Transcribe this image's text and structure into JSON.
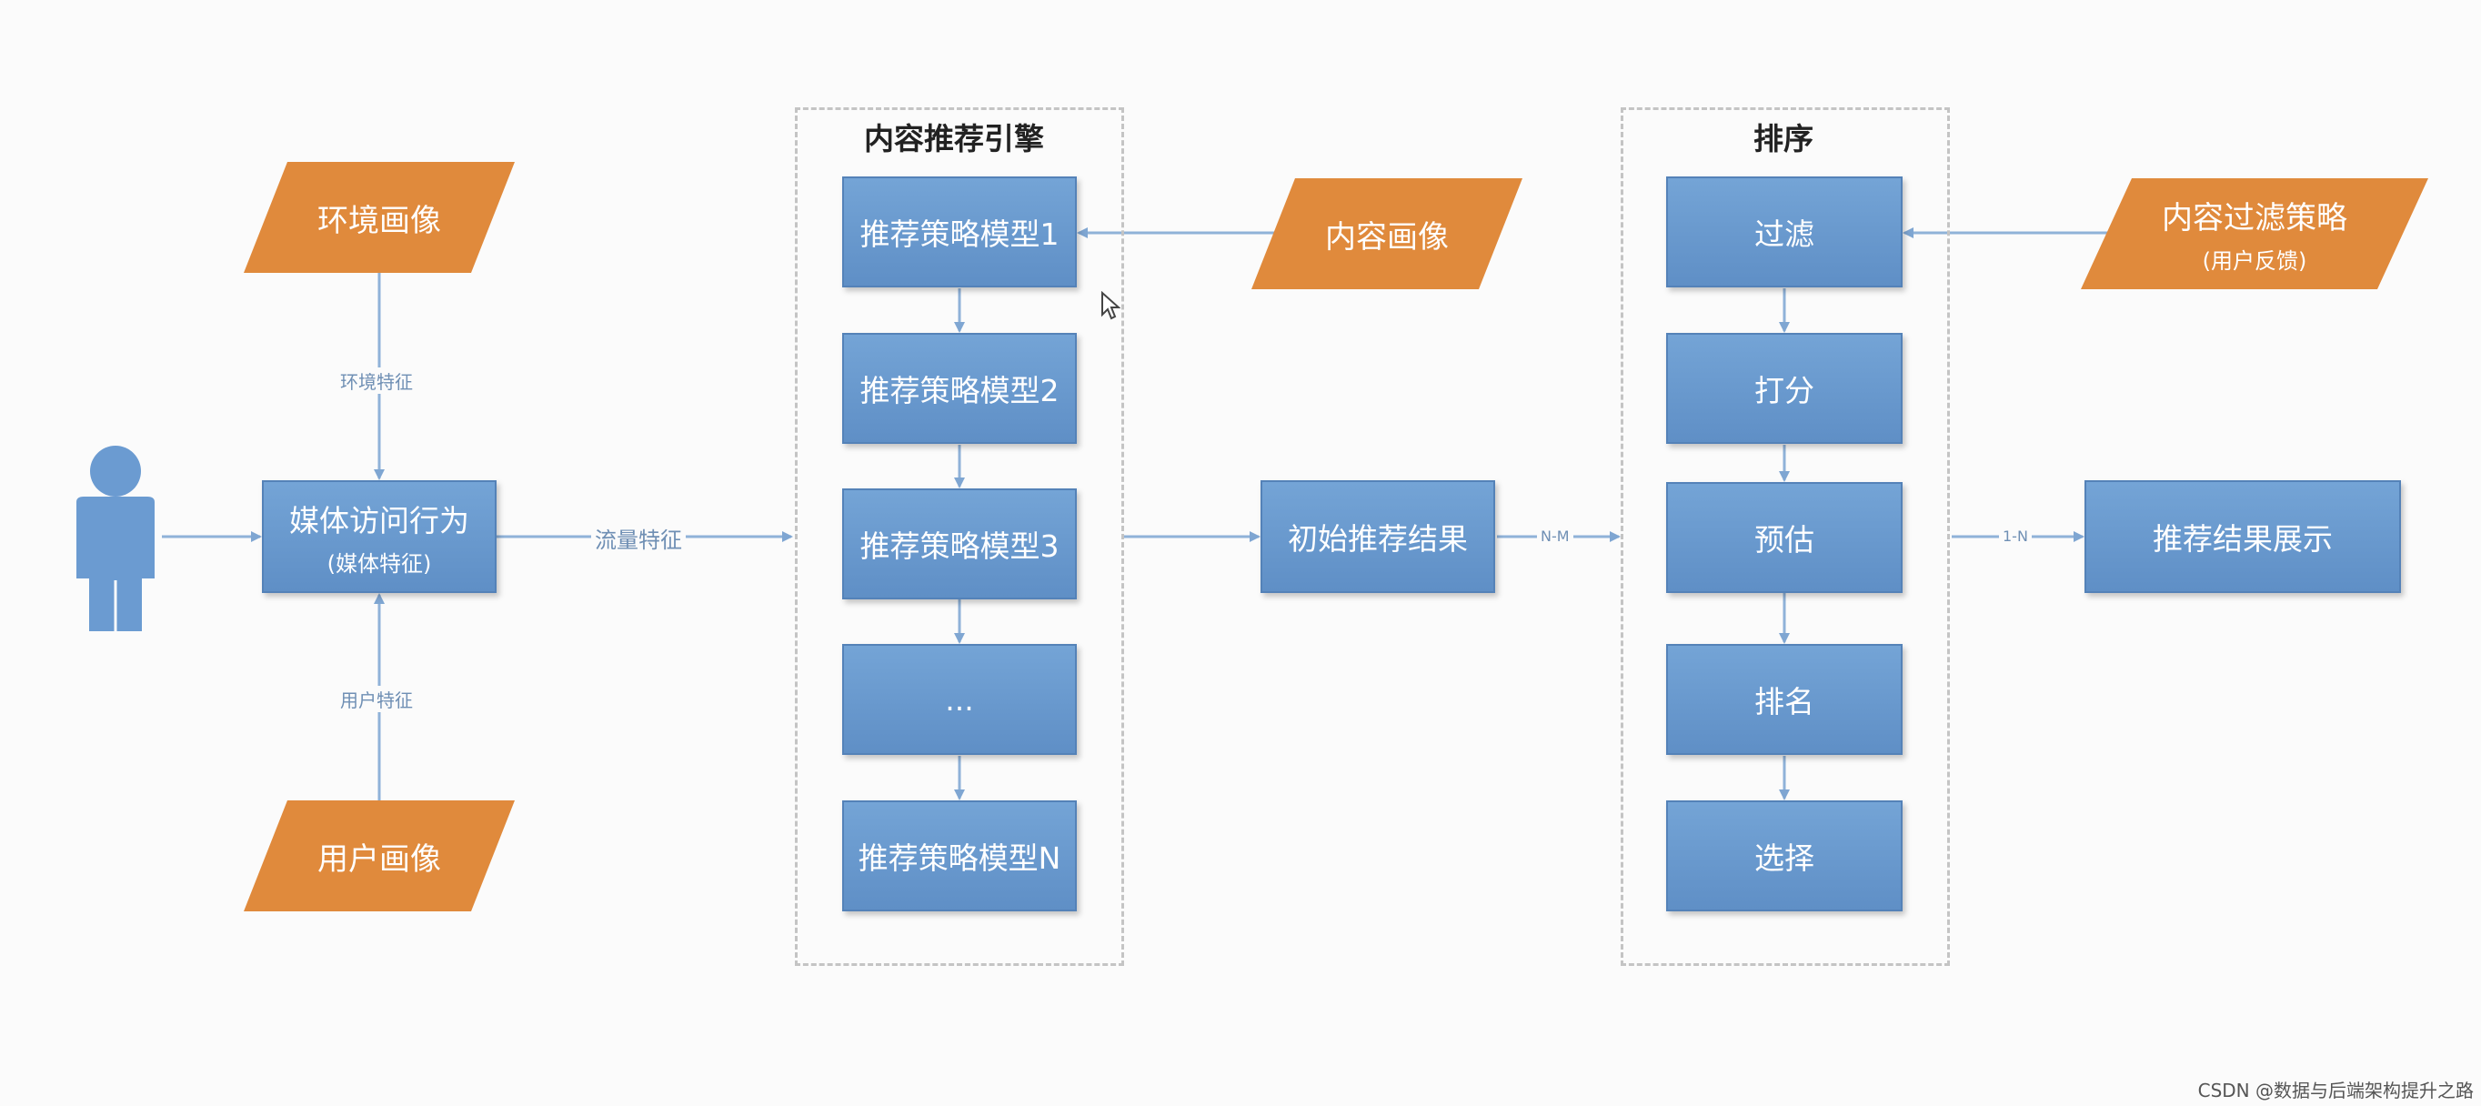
{
  "colors": {
    "process_blue": "#6b9bd1",
    "data_orange": "#e08a3c",
    "connector": "#8fb2d8",
    "group_border": "#c4c4c4"
  },
  "inputs": {
    "environment_profile": "环境画像",
    "user_profile": "用户画像",
    "content_profile": "内容画像",
    "content_filter_policy": "内容过滤策略",
    "content_filter_policy_sub": "(用户反馈)"
  },
  "access": {
    "label": "媒体访问行为",
    "sub": "(媒体特征)"
  },
  "edges": {
    "env_feature": "环境特征",
    "user_feature": "用户特征",
    "traffic_feature": "流量特征",
    "n_m": "N-M",
    "one_n": "1-N"
  },
  "engine": {
    "title": "内容推荐引擎",
    "models": [
      "推荐策略模型1",
      "推荐策略模型2",
      "推荐策略模型3",
      "...",
      "推荐策略模型N"
    ]
  },
  "initial_result": "初始推荐结果",
  "ranking": {
    "title": "排序",
    "steps": [
      "过滤",
      "打分",
      "预估",
      "排名",
      "选择"
    ]
  },
  "display": "推荐结果展示",
  "watermark": "CSDN @数据与后端架构提升之路"
}
